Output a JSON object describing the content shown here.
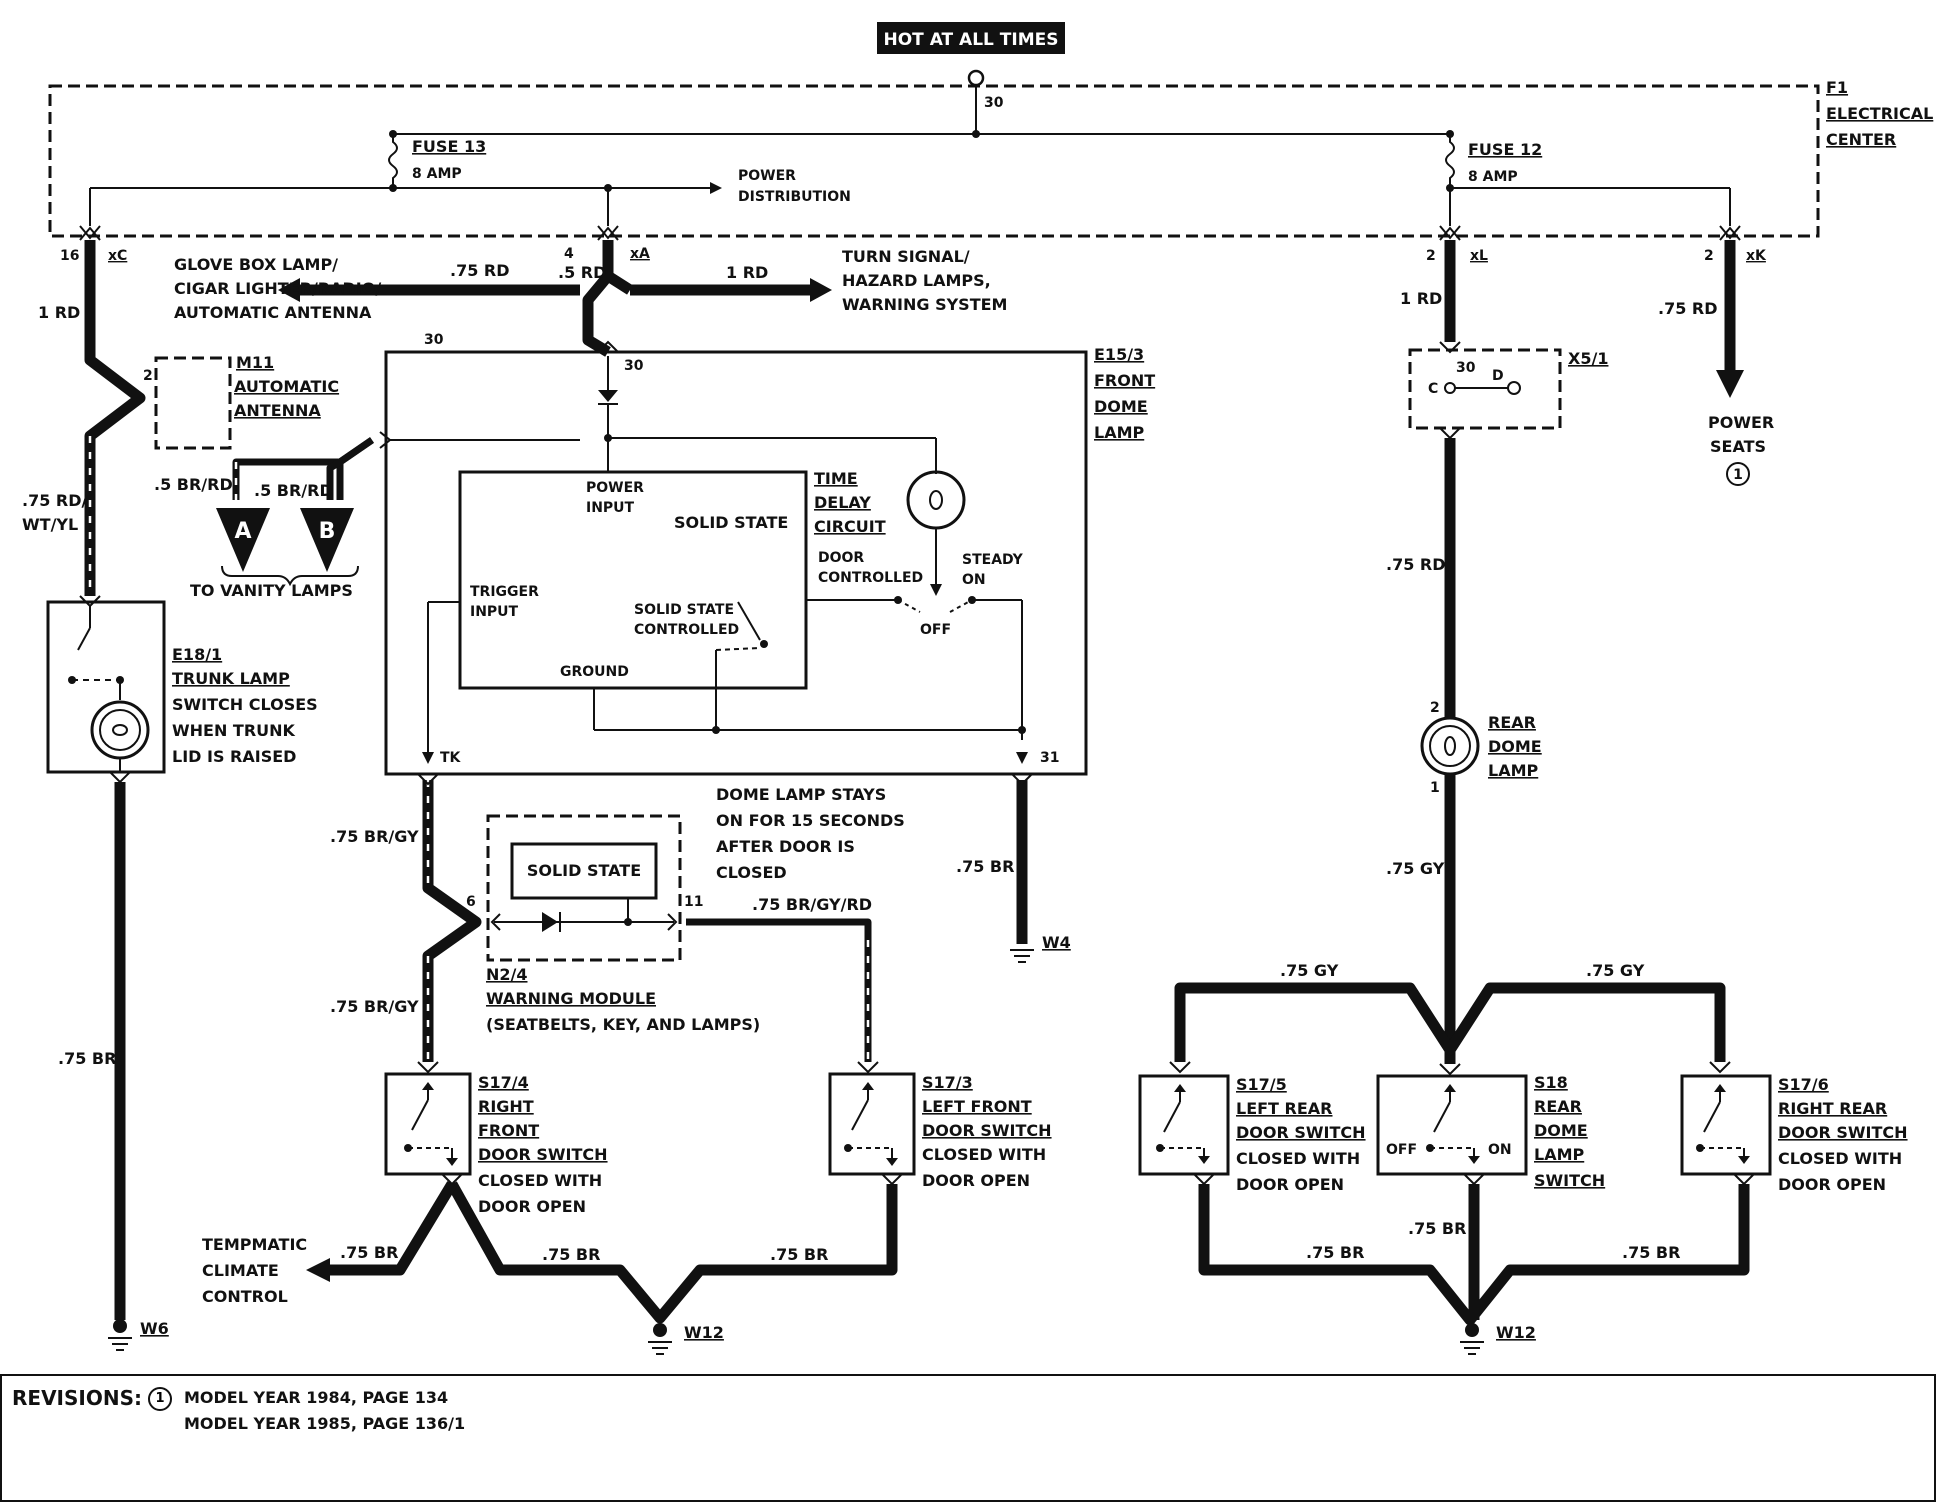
{
  "header": {
    "hot_label": "HOT AT ALL TIMES"
  },
  "electrical_center": {
    "id": "F1",
    "name_line1": "ELECTRICAL",
    "name_line2": "CENTER",
    "pin30": "30"
  },
  "fuses": {
    "fuse13": {
      "name": "FUSE 13",
      "rating": "8 AMP"
    },
    "fuse12": {
      "name": "FUSE 12",
      "rating": "8 AMP"
    }
  },
  "power_distribution": {
    "line1": "POWER",
    "line2": "DISTRIBUTION"
  },
  "connectors": {
    "xC": {
      "pin": "16",
      "name": "xC"
    },
    "xA": {
      "pin": "4",
      "name": "xA"
    },
    "xL": {
      "pin": "2",
      "name": "xL"
    },
    "xK": {
      "pin": "2",
      "name": "xK"
    }
  },
  "wires": {
    "w_1rd_left": "1 RD",
    "w_75rd_glove": ".75 RD",
    "w_5rd": ".5 RD",
    "w_1rd_turn": "1 RD",
    "w_1rd_xl": "1 RD",
    "w_75rd_xk": ".75 RD",
    "w_75rd_wtyl_1": ".75 RD/",
    "w_75rd_wtyl_2": "WT/YL",
    "w_5brrd_a": ".5 BR/RD",
    "w_5brrd_b": ".5 BR/RD",
    "w_75br_trunk": ".75 BR",
    "w_75brgy_top": ".75 BR/GY",
    "w_75brgy_bot": ".75 BR/GY",
    "w_75brgyrd": ".75 BR/GY/RD",
    "w_75br_w4": ".75 BR",
    "w_75rd_x5": ".75 RD",
    "w_75gy_rear": ".75 GY",
    "w_75gy_l": ".75 GY",
    "w_75gy_r": ".75 GY",
    "w_75br_temp": ".75 BR",
    "w_75br_b1": ".75 BR",
    "w_75br_b2": ".75 BR",
    "w_75br_b3": ".75 BR",
    "w_75br_b4": ".75 BR",
    "w_75br_b5": ".75 BR"
  },
  "labels": {
    "glove_1": "GLOVE BOX LAMP/",
    "glove_2": "CIGAR LIGHTER/RADIO/",
    "glove_3": "AUTOMATIC ANTENNA",
    "turn_1": "TURN SIGNAL/",
    "turn_2": "HAZARD LAMPS,",
    "turn_3": "WARNING SYSTEM",
    "power_seats_1": "POWER",
    "power_seats_2": "SEATS",
    "vanity": "TO VANITY LAMPS",
    "vanity_a": "A",
    "vanity_b": "B",
    "tempmatic_1": "TEMPMATIC",
    "tempmatic_2": "CLIMATE",
    "tempmatic_3": "CONTROL",
    "dome_note_1": "DOME LAMP STAYS",
    "dome_note_2": "ON FOR 15 SECONDS",
    "dome_note_3": "AFTER DOOR IS",
    "dome_note_4": "CLOSED",
    "power_seats_mark": "1"
  },
  "components": {
    "m11": {
      "id": "M11",
      "l1": "AUTOMATIC",
      "l2": "ANTENNA",
      "pin": "2"
    },
    "e153": {
      "id": "E15/3",
      "l1": "FRONT",
      "l2": "DOME",
      "l3": "LAMP",
      "pin30a": "30",
      "pin30b": "30",
      "pin31": "31",
      "pinTK": "TK"
    },
    "tdc": {
      "power_1": "POWER",
      "power_2": "INPUT",
      "solid": "SOLID STATE",
      "time_1": "TIME",
      "time_2": "DELAY",
      "time_3": "CIRCUIT",
      "trigger_1": "TRIGGER",
      "trigger_2": "INPUT",
      "ss_ctrl_1": "SOLID STATE",
      "ss_ctrl_2": "CONTROLLED",
      "ground": "GROUND",
      "door_1": "DOOR",
      "door_2": "CONTROLLED",
      "steady_1": "STEADY",
      "steady_2": "ON",
      "off": "OFF"
    },
    "e181": {
      "id": "E18/1",
      "l1": "TRUNK LAMP",
      "l2": "SWITCH CLOSES",
      "l3": "WHEN TRUNK",
      "l4": "LID IS RAISED"
    },
    "x51": {
      "id": "X5/1",
      "c": "C",
      "d": "D",
      "pin30": "30"
    },
    "rear_dome": {
      "l1": "REAR",
      "l2": "DOME",
      "l3": "LAMP",
      "pin2": "2",
      "pin1": "1"
    },
    "n24": {
      "id": "N2/4",
      "inner": "SOLID STATE",
      "name": "WARNING MODULE",
      "desc": "(SEATBELTS, KEY, AND LAMPS)",
      "pin6": "6",
      "pin11": "11"
    },
    "s174": {
      "id": "S17/4",
      "l1": "RIGHT",
      "l2": "FRONT",
      "l3": "DOOR SWITCH",
      "l4": "CLOSED WITH",
      "l5": "DOOR OPEN"
    },
    "s173": {
      "id": "S17/3",
      "l1": "LEFT FRONT",
      "l2": "DOOR SWITCH",
      "l3": "CLOSED WITH",
      "l4": "DOOR OPEN"
    },
    "s175": {
      "id": "S17/5",
      "l1": "LEFT REAR",
      "l2": "DOOR SWITCH",
      "l3": "CLOSED WITH",
      "l4": "DOOR OPEN"
    },
    "s18": {
      "id": "S18",
      "l1": "REAR",
      "l2": "DOME",
      "l3": "LAMP",
      "l4": "SWITCH",
      "off": "OFF",
      "on": "ON"
    },
    "s176": {
      "id": "S17/6",
      "l1": "RIGHT REAR",
      "l2": "DOOR SWITCH",
      "l3": "CLOSED WITH",
      "l4": "DOOR OPEN"
    }
  },
  "grounds": {
    "w6": "W6",
    "w12a": "W12",
    "w4": "W4",
    "w12b": "W12"
  },
  "revisions": {
    "title": "REVISIONS:",
    "mark": "1",
    "line1": "MODEL YEAR 1984, PAGE 134",
    "line2": "MODEL YEAR 1985, PAGE 136/1"
  }
}
